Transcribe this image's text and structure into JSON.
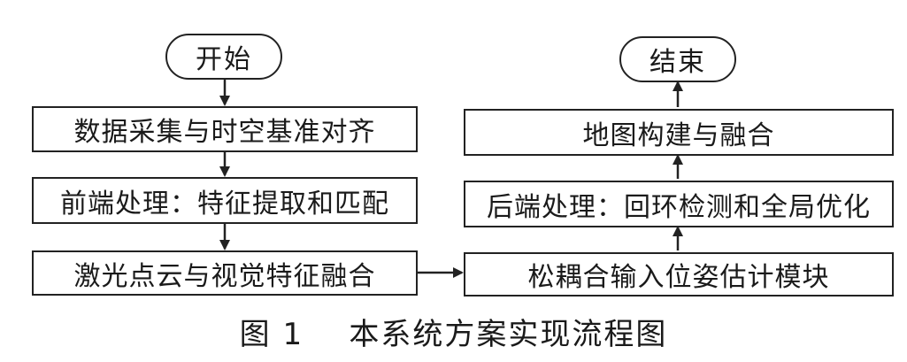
{
  "left_column": {
    "start": "开始",
    "step1": "数据采集与时空基准对齐",
    "step2": "前端处理：特征提取和匹配",
    "step3": "激光点云与视觉特征融合"
  },
  "right_column": {
    "step4": "松耦合输入位姿估计模块",
    "step5": "后端处理：回环检测和全局优化",
    "step6": "地图构建与融合",
    "end": "结束"
  },
  "caption": {
    "figure_number": "图 1",
    "title": "本系统方案实现流程图"
  },
  "colors": {
    "stroke": "#222222",
    "background": "#ffffff"
  }
}
